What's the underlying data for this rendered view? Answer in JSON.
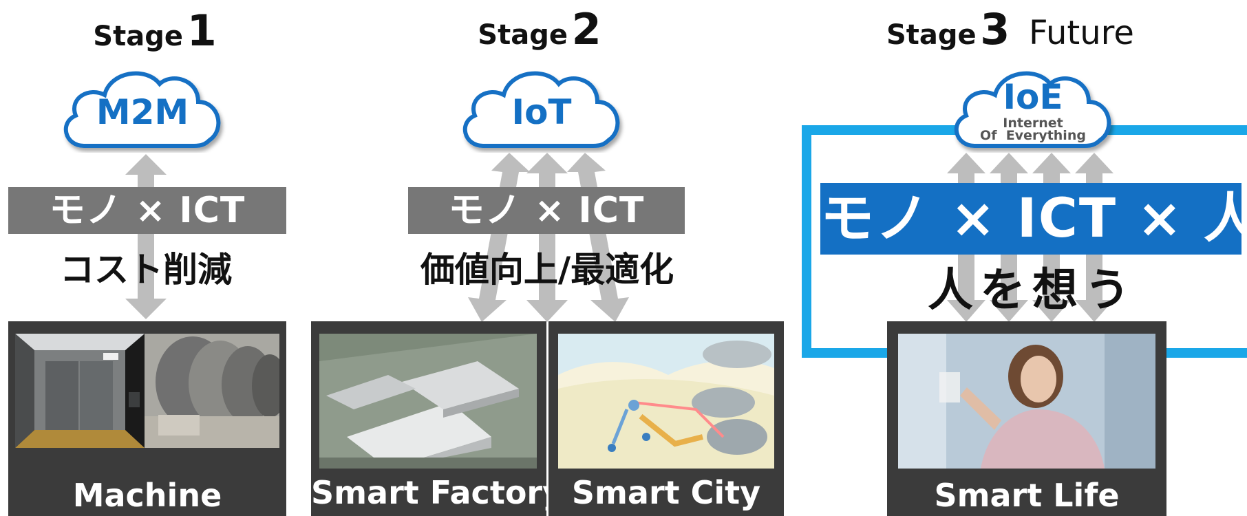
{
  "stage1": {
    "word": "Stage",
    "number": "1",
    "cloud_label": "M2M",
    "band_label": "モノ × ICT",
    "caption": "コスト削減",
    "panel_label": "Machine"
  },
  "stage2": {
    "word": "Stage",
    "number": "2",
    "cloud_label": "IoT",
    "band_label": "モノ × ICT",
    "caption": "価値向上/最適化",
    "panel_left_label": "Smart Factory",
    "panel_right_label": "Smart  City"
  },
  "stage3": {
    "word": "Stage",
    "number": "3",
    "future": "Future",
    "cloud_label": "IoE",
    "cloud_sub1": "Internet",
    "cloud_sub2": "Of  Everything",
    "band_label": "モノ × ICT × 人",
    "caption": "人を想う",
    "panel_label": "Smart Life"
  },
  "colors": {
    "accent_blue": "#1470c4",
    "frame_cyan": "#1aa7e8",
    "band_grey": "#777777",
    "panel_dark": "#3b3b3b",
    "arrow_grey": "#bdbdbd"
  }
}
